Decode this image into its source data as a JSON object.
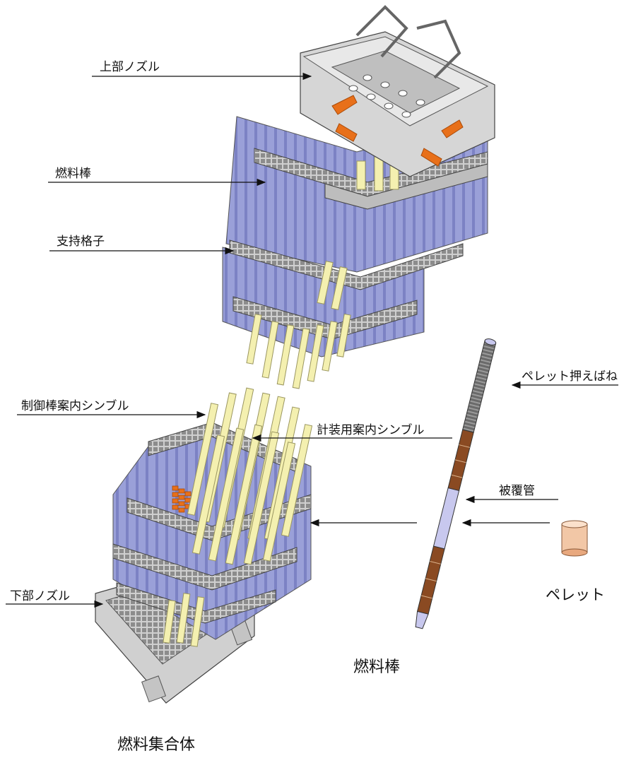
{
  "labels": {
    "top_nozzle": "上部ノズル",
    "fuel_rod": "燃料棒",
    "support_grid": "支持格子",
    "control_rod_guide_thimble": "制御棒案内シンブル",
    "instrument_guide_thimble": "計装用案内シンブル",
    "bottom_nozzle": "下部ノズル",
    "pellet_spring": "ペレット押えばね",
    "cladding": "被覆管",
    "pellet": "ペレット"
  },
  "captions": {
    "fuel_rod": "燃料棒",
    "fuel_assembly": "燃料集合体"
  },
  "colors": {
    "rod_blue": "#9aa0d8",
    "rod_blue_dark": "#6f76b8",
    "thimble_yellow": "#f4f0b0",
    "grid_gray": "#b8b8b8",
    "nozzle_gray": "#d6d6d6",
    "accent_orange": "#e8701a",
    "fuel_brown": "#8a4a22",
    "cladding_lavender": "#c8c8ee",
    "pellet_peach": "#f2c7a6"
  }
}
